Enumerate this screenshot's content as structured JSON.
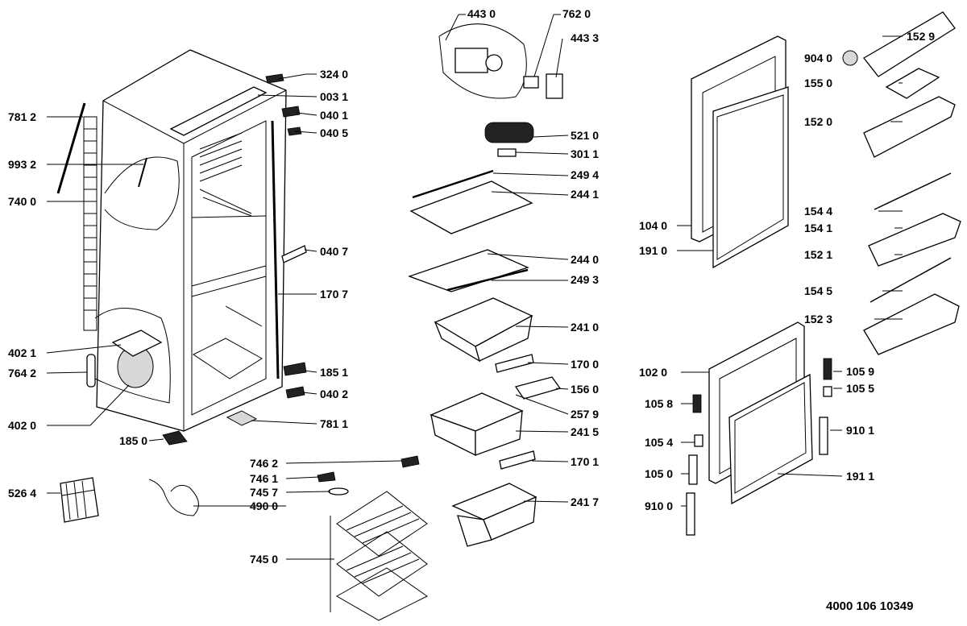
{
  "diagram": {
    "reference": "4000 106 10349",
    "labels": [
      "443 0",
      "762 0",
      "443 3",
      "521 0",
      "301 1",
      "249 4",
      "244 1",
      "244 0",
      "249 3",
      "241 0",
      "170 0",
      "156 0",
      "257 9",
      "241 5",
      "170 1",
      "241 7",
      "746 2",
      "746 1",
      "745 7",
      "490 0",
      "745 0",
      "324 0",
      "003 1",
      "040 1",
      "040 5",
      "040 7",
      "170 7",
      "185 1",
      "040 2",
      "781 1",
      "781 2",
      "993 2",
      "740 0",
      "402 1",
      "764 2",
      "402 0",
      "185 0",
      "526 4",
      "152 9",
      "904 0",
      "155 0",
      "152 0",
      "104 0",
      "191 0",
      "154 4",
      "154 1",
      "152 1",
      "154 5",
      "152 3",
      "102 0",
      "105 9",
      "105 5",
      "105 8",
      "910 1",
      "105 4",
      "105 0",
      "191 1",
      "910 0"
    ]
  }
}
